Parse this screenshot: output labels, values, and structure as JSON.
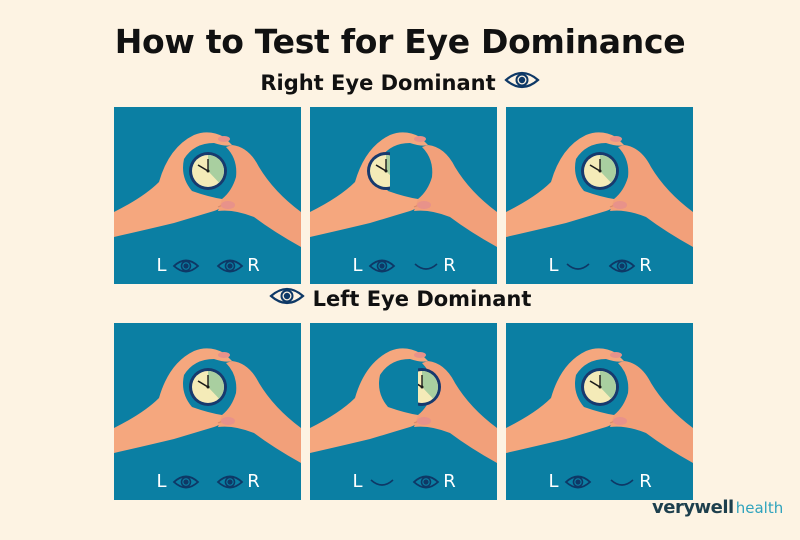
{
  "title": "How to Test for Eye Dominance",
  "colors": {
    "background": "#fdf3e3",
    "panel": "#0b7fa3",
    "eye_icon": "#0e3866",
    "skin": "#f5a77e",
    "clock_face_green": "#a9cfa0",
    "clock_face_cream": "#f4ebb8",
    "clock_rim": "#173a6e",
    "brand_dark": "#1d3f4d",
    "brand_light": "#2fa3bd"
  },
  "sections": [
    {
      "heading": "Right Eye Dominant",
      "icon": "eye-icon",
      "icon_position": "after",
      "panels": [
        {
          "left_label": "L",
          "left_eye": "open",
          "right_eye": "open",
          "right_label": "R",
          "clock_position": "center"
        },
        {
          "left_label": "L",
          "left_eye": "open",
          "right_eye": "closed",
          "right_label": "R",
          "clock_position": "left"
        },
        {
          "left_label": "L",
          "left_eye": "closed",
          "right_eye": "open",
          "right_label": "R",
          "clock_position": "center"
        }
      ]
    },
    {
      "heading": "Left Eye Dominant",
      "icon": "eye-icon",
      "icon_position": "before",
      "panels": [
        {
          "left_label": "L",
          "left_eye": "open",
          "right_eye": "open",
          "right_label": "R",
          "clock_position": "center"
        },
        {
          "left_label": "L",
          "left_eye": "closed",
          "right_eye": "open",
          "right_label": "R",
          "clock_position": "right"
        },
        {
          "left_label": "L",
          "left_eye": "open",
          "right_eye": "closed",
          "right_label": "R",
          "clock_position": "center"
        }
      ]
    }
  ],
  "brand": {
    "primary": "verywell",
    "secondary": "health"
  }
}
